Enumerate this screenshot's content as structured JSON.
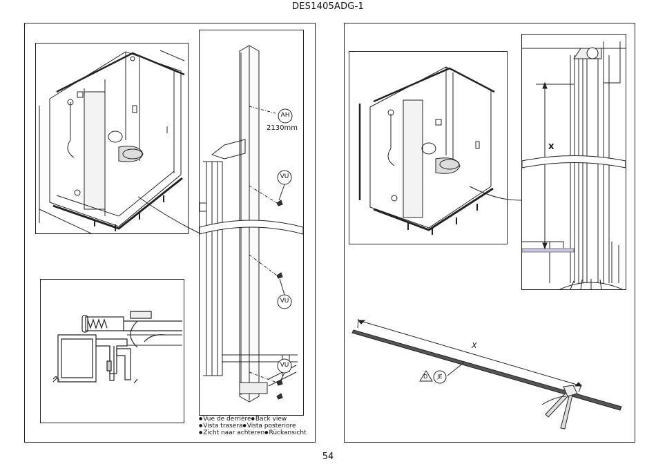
{
  "document": {
    "code": "DES1405ADG-1",
    "page_number": "54"
  },
  "left_panel": {
    "callouts": {
      "ah_tag": "AH",
      "ah_length": "2130mm",
      "vu_tag_1": "VU",
      "vu_tag_2": "VU",
      "vu_tag_3": "VU"
    },
    "view_caption": {
      "fr": "Vue de derrière",
      "en": "Back view",
      "es": "Vista trasera",
      "it": "Vista posteriore",
      "nl": "Zicht naar achteren",
      "de": "Rückansicht"
    }
  },
  "right_panel": {
    "dimension_x_upper": "X",
    "dimension_x_lower": "X",
    "triangle_tag": "D",
    "je_tag": "JE"
  }
}
